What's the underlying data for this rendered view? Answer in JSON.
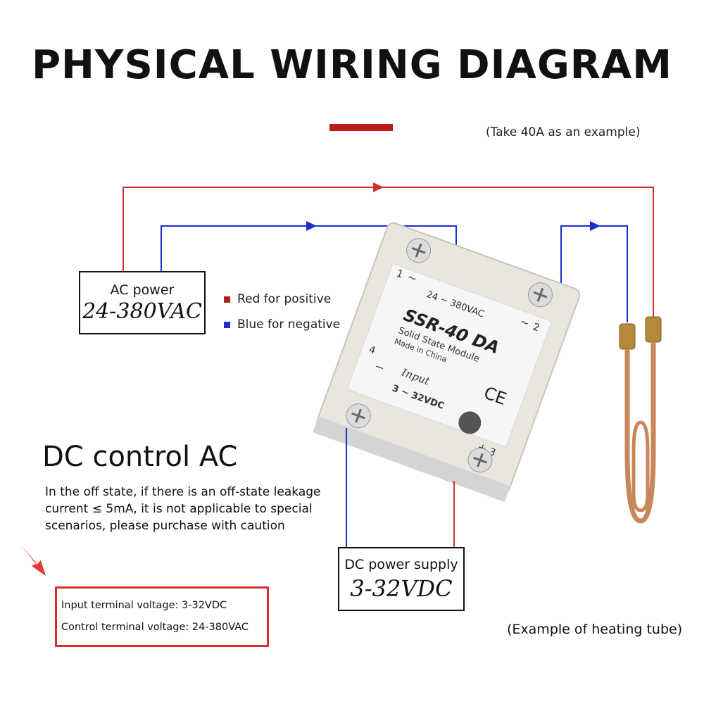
{
  "title": "PHYSICAL WIRING DIAGRAM",
  "example_note": "(Take 40A as an example)",
  "ac_power": {
    "label": "AC power",
    "value": "24-380VAC"
  },
  "dc_power": {
    "label": "DC power supply",
    "value": "3-32VDC"
  },
  "legend": {
    "red": {
      "text": "Red for positive",
      "color": "#b71c1c"
    },
    "blue": {
      "text": "Blue for negative",
      "color": "#1a2fd0"
    }
  },
  "dc_control": {
    "heading": "DC control AC",
    "note": "In the off state, if there is an off-state leakage current ≤ 5mA, it is not applicable to special scenarios, please purchase with caution"
  },
  "specs": {
    "input": "Input terminal voltage: 3-32VDC",
    "control": "Control terminal voltage: 24-380VAC"
  },
  "heating_note": "(Example of heating tube)",
  "relay": {
    "model": "SSR-40 DA",
    "subtitle": "Solid State Module",
    "origin": "Made in China",
    "ac_rating": "24 ~ 380VAC",
    "input_label": "Input",
    "dc_rating": "3 ~ 32VDC",
    "mark": "CE",
    "terminal_1": "1",
    "terminal_2": "2",
    "terminal_3": "3",
    "terminal_4": "4",
    "tilde_symbol": "~",
    "minus_symbol": "−",
    "plus_symbol": "+"
  }
}
